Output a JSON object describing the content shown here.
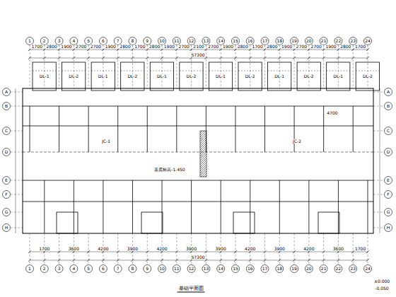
{
  "diagram": {
    "title": "基础平面图",
    "labels": [
      "1",
      "2",
      "3",
      "4",
      "5",
      "6",
      "7",
      "8",
      "9",
      "10",
      "11",
      "12",
      "13",
      "14",
      "15",
      "16",
      "17",
      "18",
      "19",
      "20",
      "21",
      "22",
      "23",
      "24",
      "1700",
      "2800",
      "1900",
      "2700",
      "2700",
      "1900",
      "2800",
      "1700",
      "2800",
      "1900",
      "2700",
      "2100",
      "2700",
      "1900",
      "2800",
      "1700",
      "2800",
      "1900",
      "2700",
      "2700",
      "1900",
      "2800",
      "1700",
      "57300",
      "1",
      "2",
      "3",
      "4",
      "5",
      "6",
      "7",
      "8",
      "9",
      "10",
      "11",
      "12",
      "13",
      "14",
      "15",
      "16",
      "17",
      "18",
      "19",
      "20",
      "21",
      "22",
      "23",
      "24",
      "1700",
      "3600",
      "4200",
      "3900",
      "4200",
      "3900",
      "3900",
      "4200",
      "3900",
      "4200",
      "3600",
      "1700",
      "57300",
      "A",
      "B",
      "C",
      "D",
      "E",
      "F",
      "G",
      "H",
      "A",
      "B",
      "C",
      "D",
      "E",
      "F",
      "G",
      "H",
      "DL-1",
      "DL-2",
      "DL-1",
      "DL-2",
      "DL-1",
      "DL-2",
      "DL-1",
      "DL-2",
      "DL-1",
      "DL-2",
      "DL-1",
      "DL-2",
      "基底标高-1.450",
      "JC-1",
      "JC-2",
      "4700",
      "±0.000",
      "-0.050"
    ]
  }
}
